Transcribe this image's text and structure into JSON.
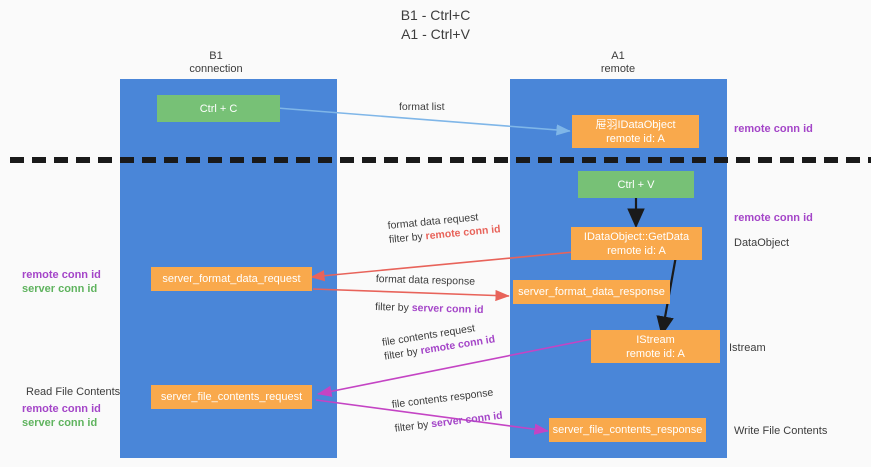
{
  "title": {
    "line1": "B1 - Ctrl+C",
    "line2": "A1 - Ctrl+V"
  },
  "lanes": [
    {
      "name": "left",
      "title": "B1",
      "subtitle": "connection"
    },
    {
      "name": "right",
      "title": "A1",
      "subtitle": "remote"
    }
  ],
  "nodes": {
    "ctrl_c": {
      "label": "Ctrl + C",
      "color": "#77c176"
    },
    "idataobject": {
      "line1": "屉⽻IDataObject",
      "line2": "remote id: A",
      "color": "#f9a94c"
    },
    "ctrl_v": {
      "label": "Ctrl + V",
      "color": "#77c176"
    },
    "getdata": {
      "line1": "IDataObject::GetData",
      "line2": "remote id: A",
      "color": "#f9a94c"
    },
    "server_format_data_request": {
      "label": "server_format_data_request",
      "color": "#f9a94c"
    },
    "server_format_data_response": {
      "label": "server_format_data_response",
      "color": "#f9a94c"
    },
    "istream": {
      "line1": "IStream",
      "line2": "remote id: A",
      "color": "#f9a94c"
    },
    "server_file_contents_request": {
      "label": "server_file_contents_request",
      "color": "#f9a94c"
    },
    "server_file_contents_response": {
      "label": "server_file_contents_response",
      "color": "#f9a94c"
    }
  },
  "edge_labels": {
    "format_list": "format list",
    "format_data_request": {
      "line1": "format data request",
      "prefix": "filter by ",
      "key": "remote conn id",
      "key_color": "#e8635a"
    },
    "format_data_response": {
      "line1": "format data response",
      "prefix": "filter by ",
      "key": "server conn id",
      "key_color": "#a445c8"
    },
    "file_contents_request": {
      "line1": "file contents request",
      "prefix": "filter by ",
      "key": "remote conn id",
      "key_color": "#a445c8"
    },
    "file_contents_response": {
      "line1": "file contents response",
      "prefix": "filter by ",
      "key": "server conn id",
      "key_color": "#a445c8"
    }
  },
  "side_labels": {
    "right_top_remote_conn_id": "remote conn id",
    "right_mid_remote_conn_id": "remote conn id",
    "right_dataobject": "DataObject",
    "right_istream": "Istream",
    "right_write_file_contents": "Write File Contents",
    "left_remote_conn_id": "remote conn id",
    "left_server_conn_id": "server conn id",
    "left_read_file_contents": "Read File Contents",
    "left_bottom_remote_conn_id": "remote conn id",
    "left_bottom_server_conn_id": "server conn id"
  },
  "colors": {
    "lane": "#4a86d8",
    "orange": "#f9a94c",
    "green": "#77c176",
    "purple": "#a445c8",
    "green_text": "#5fb35e",
    "red": "#e8635a",
    "blue_arrow": "#7fb6e8",
    "magenta": "#c444c4",
    "background": "#fafafa"
  }
}
